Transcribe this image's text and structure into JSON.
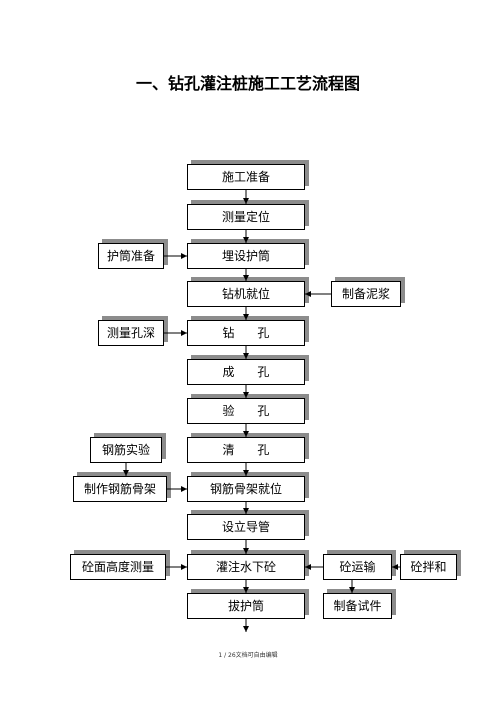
{
  "title": "一、钻孔灌注桩施工工艺流程图",
  "main_steps": [
    "施工准备",
    "测量定位",
    "埋设护筒",
    "钻机就位",
    "钻      孔",
    "成      孔",
    "验      孔",
    "清      孔",
    "钢筋骨架就位",
    "设立导管",
    "灌注水下砼",
    "拔护筒"
  ],
  "side_left": [
    "护筒准备",
    "测量孔深",
    "钢筋实验",
    "制作钢筋骨架",
    "砼面高度测量"
  ],
  "side_right": [
    "制备泥浆",
    "砼运输",
    "砼拌和",
    "制备试件"
  ],
  "footer": "1 / 26文档可自由编辑"
}
